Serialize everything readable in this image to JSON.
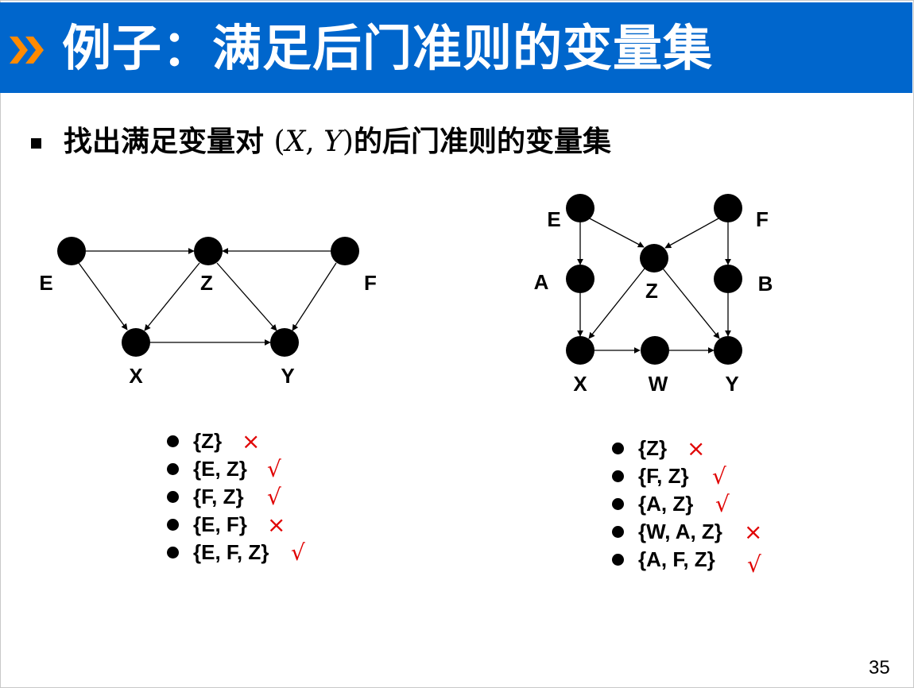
{
  "slide": {
    "title": "例子：满足后门准则的变量集",
    "subtitle_prefix": "找出满足变量对 ",
    "subtitle_math_open": "(",
    "subtitle_math_x": "X",
    "subtitle_math_sep": ", ",
    "subtitle_math_y": "Y",
    "subtitle_math_close": ")",
    "subtitle_suffix": "的后门准则的变量集",
    "page_number": "35",
    "accent_color": "#0066cc",
    "chevron_color": "#ff8a00"
  },
  "graph_left": {
    "nodes": [
      "E",
      "Z",
      "F",
      "X",
      "Y"
    ],
    "edges": [
      [
        "E",
        "Z"
      ],
      [
        "F",
        "Z"
      ],
      [
        "E",
        "X"
      ],
      [
        "Z",
        "X"
      ],
      [
        "Z",
        "Y"
      ],
      [
        "F",
        "Y"
      ],
      [
        "X",
        "Y"
      ]
    ]
  },
  "graph_right": {
    "nodes": [
      "E",
      "F",
      "Z",
      "A",
      "B",
      "X",
      "W",
      "Y"
    ],
    "edges": [
      [
        "E",
        "A"
      ],
      [
        "E",
        "Z"
      ],
      [
        "F",
        "Z"
      ],
      [
        "F",
        "B"
      ],
      [
        "A",
        "X"
      ],
      [
        "Z",
        "X"
      ],
      [
        "Z",
        "Y"
      ],
      [
        "B",
        "Y"
      ],
      [
        "X",
        "W"
      ],
      [
        "W",
        "Y"
      ]
    ]
  },
  "sets_left": [
    {
      "set": "{Z}",
      "mark": "×"
    },
    {
      "set": "{E, Z}",
      "mark": "√"
    },
    {
      "set": "{F, Z}",
      "mark": "√"
    },
    {
      "set": "{E, F}",
      "mark": "×"
    },
    {
      "set": "{E, F, Z}",
      "mark": "√"
    }
  ],
  "sets_right": [
    {
      "set": "{Z}",
      "mark": "×"
    },
    {
      "set": "{F, Z}",
      "mark": "√"
    },
    {
      "set": "{A, Z}",
      "mark": "√"
    },
    {
      "set": "{W, A, Z}",
      "mark": "×"
    },
    {
      "set": "{A, F, Z}",
      "mark": "√"
    }
  ]
}
